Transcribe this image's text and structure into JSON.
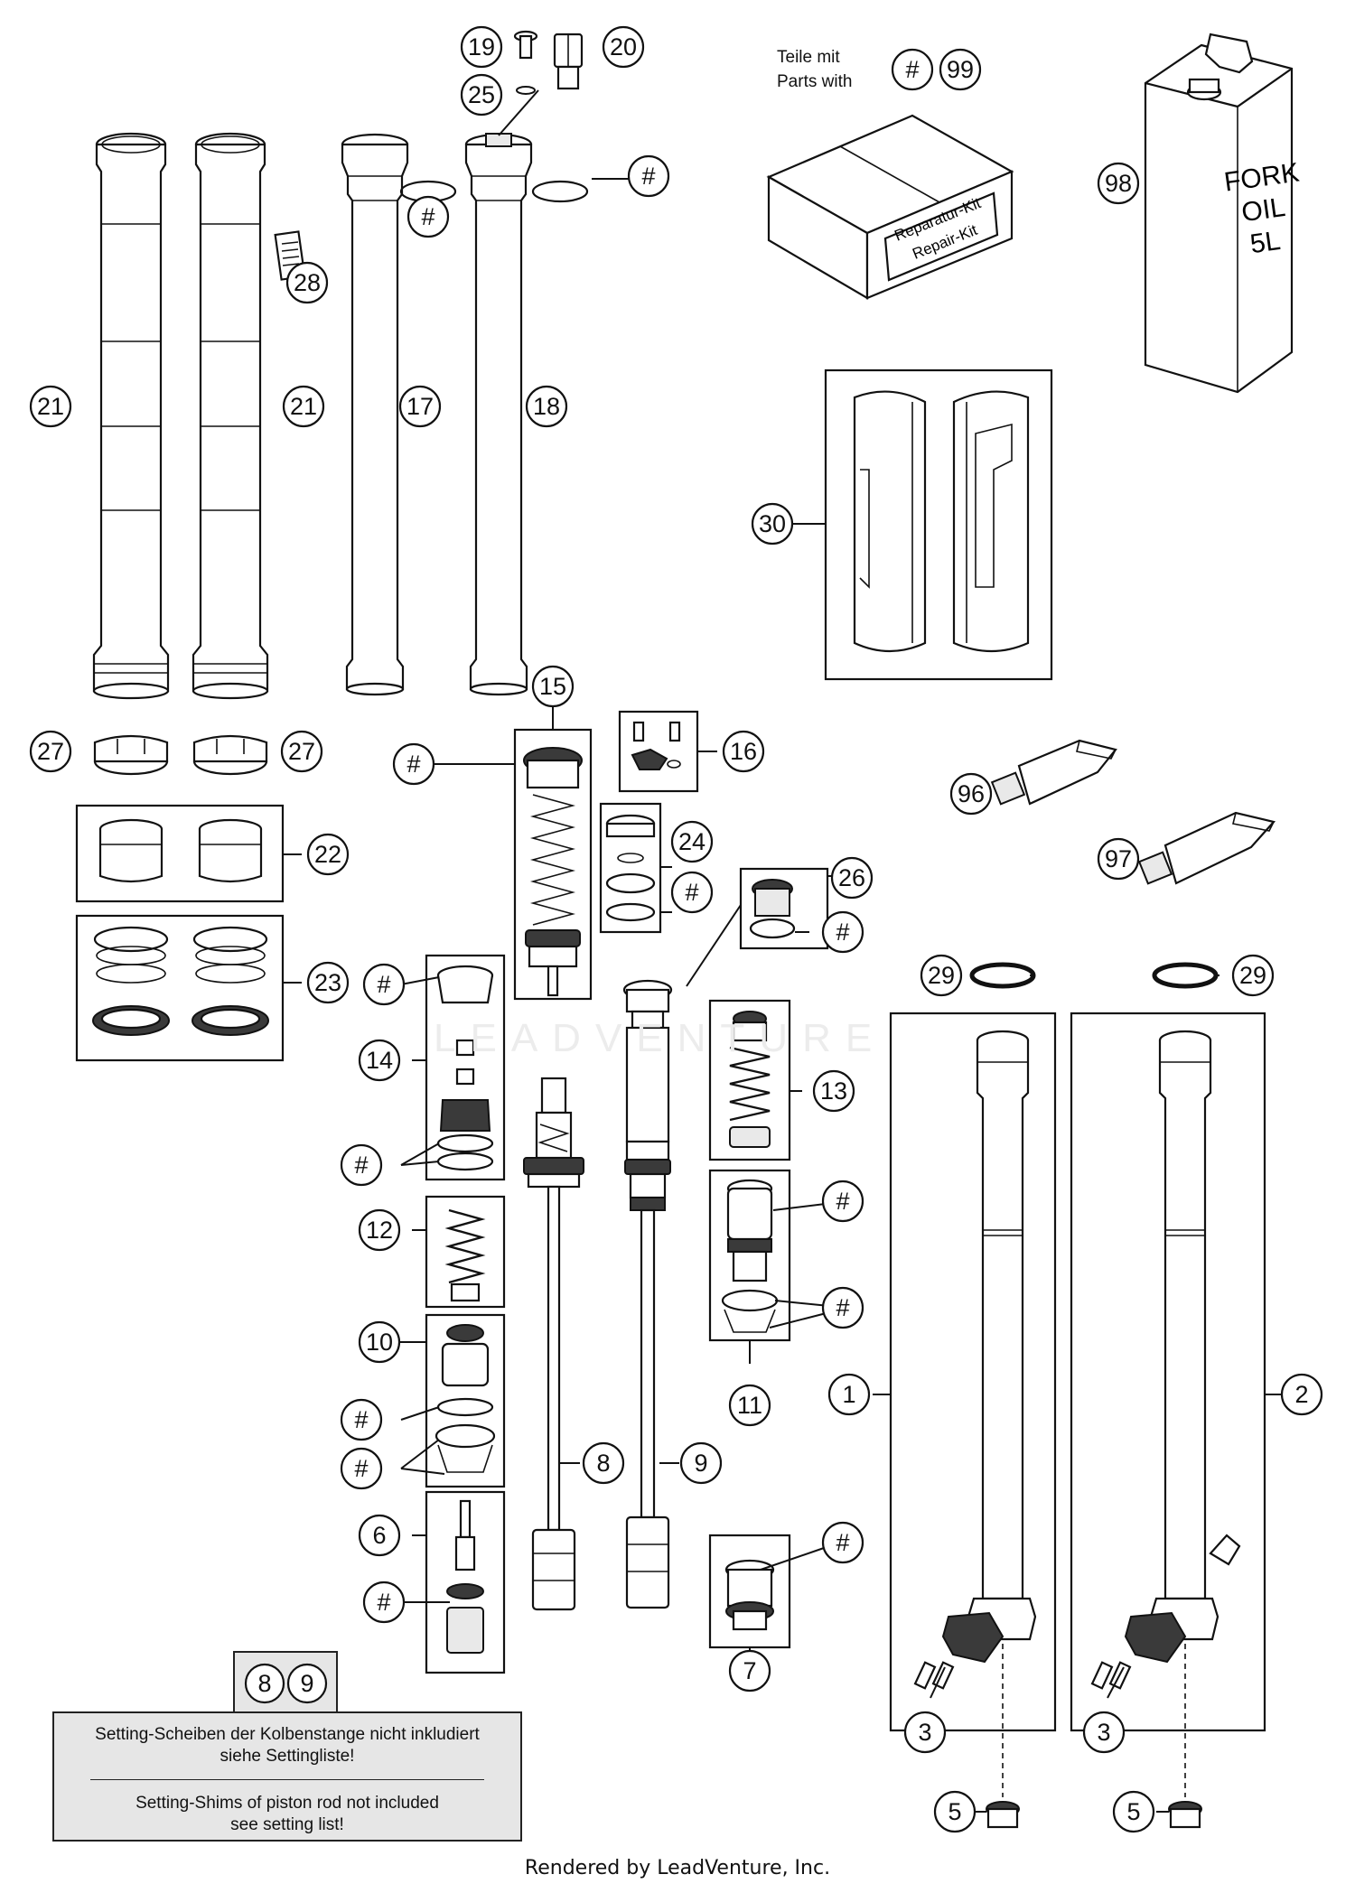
{
  "callouts": [
    {
      "id": "c19",
      "label": "19"
    },
    {
      "id": "c20",
      "label": "20"
    },
    {
      "id": "c25",
      "label": "25"
    },
    {
      "id": "c99a",
      "label": "#"
    },
    {
      "id": "c99",
      "label": "99"
    },
    {
      "id": "c98",
      "label": "98"
    },
    {
      "id": "c_hash_top",
      "label": "#"
    },
    {
      "id": "c_hash_17",
      "label": "#"
    },
    {
      "id": "c28",
      "label": "28"
    },
    {
      "id": "c21a",
      "label": "21"
    },
    {
      "id": "c21b",
      "label": "21"
    },
    {
      "id": "c17",
      "label": "17"
    },
    {
      "id": "c18",
      "label": "18"
    },
    {
      "id": "c30",
      "label": "30"
    },
    {
      "id": "c15",
      "label": "15"
    },
    {
      "id": "c16",
      "label": "16"
    },
    {
      "id": "c27a",
      "label": "27"
    },
    {
      "id": "c27b",
      "label": "27"
    },
    {
      "id": "c_hash_15",
      "label": "#"
    },
    {
      "id": "c96",
      "label": "96"
    },
    {
      "id": "c97",
      "label": "97"
    },
    {
      "id": "c22",
      "label": "22"
    },
    {
      "id": "c24",
      "label": "24"
    },
    {
      "id": "c_hash_24",
      "label": "#"
    },
    {
      "id": "c26",
      "label": "26"
    },
    {
      "id": "c_hash_26",
      "label": "#"
    },
    {
      "id": "c23",
      "label": "23"
    },
    {
      "id": "c29a",
      "label": "29"
    },
    {
      "id": "c29b",
      "label": "29"
    },
    {
      "id": "c_hash_14a",
      "label": "#"
    },
    {
      "id": "c14",
      "label": "14"
    },
    {
      "id": "c13",
      "label": "13"
    },
    {
      "id": "c_hash_14b",
      "label": "#"
    },
    {
      "id": "c12",
      "label": "12"
    },
    {
      "id": "c_hash_11a",
      "label": "#"
    },
    {
      "id": "c10",
      "label": "10"
    },
    {
      "id": "c_hash_11b",
      "label": "#"
    },
    {
      "id": "c_hash_10a",
      "label": "#"
    },
    {
      "id": "c11",
      "label": "11"
    },
    {
      "id": "c1",
      "label": "1"
    },
    {
      "id": "c2",
      "label": "2"
    },
    {
      "id": "c_hash_10b",
      "label": "#"
    },
    {
      "id": "c8",
      "label": "8"
    },
    {
      "id": "c9",
      "label": "9"
    },
    {
      "id": "c6",
      "label": "6"
    },
    {
      "id": "c_hash_7",
      "label": "#"
    },
    {
      "id": "c_hash_6",
      "label": "#"
    },
    {
      "id": "c7",
      "label": "7"
    },
    {
      "id": "c3a",
      "label": "3"
    },
    {
      "id": "c3b",
      "label": "3"
    },
    {
      "id": "c5a",
      "label": "5"
    },
    {
      "id": "c5b",
      "label": "5"
    },
    {
      "id": "ck8",
      "label": "8"
    },
    {
      "id": "ck9",
      "label": "9"
    }
  ],
  "parts_with_note": {
    "line1": "Teile mit",
    "line2": "Parts with"
  },
  "repair_kit_labels": {
    "line1": "Reparatur-Kit",
    "line2": "Repair-Kit"
  },
  "fork_oil_labels": {
    "line1": "FORK",
    "line2": "OIL",
    "line3": "5L"
  },
  "setting_note": {
    "de_line1": "Setting-Scheiben der Kolbenstange nicht inkludiert",
    "de_line2": "siehe Settingliste!",
    "en_line1": "Setting-Shims of piston rod not included",
    "en_line2": "see setting list!"
  },
  "watermark": "LEADVENTURE",
  "footer": "Rendered by LeadVenture, Inc."
}
